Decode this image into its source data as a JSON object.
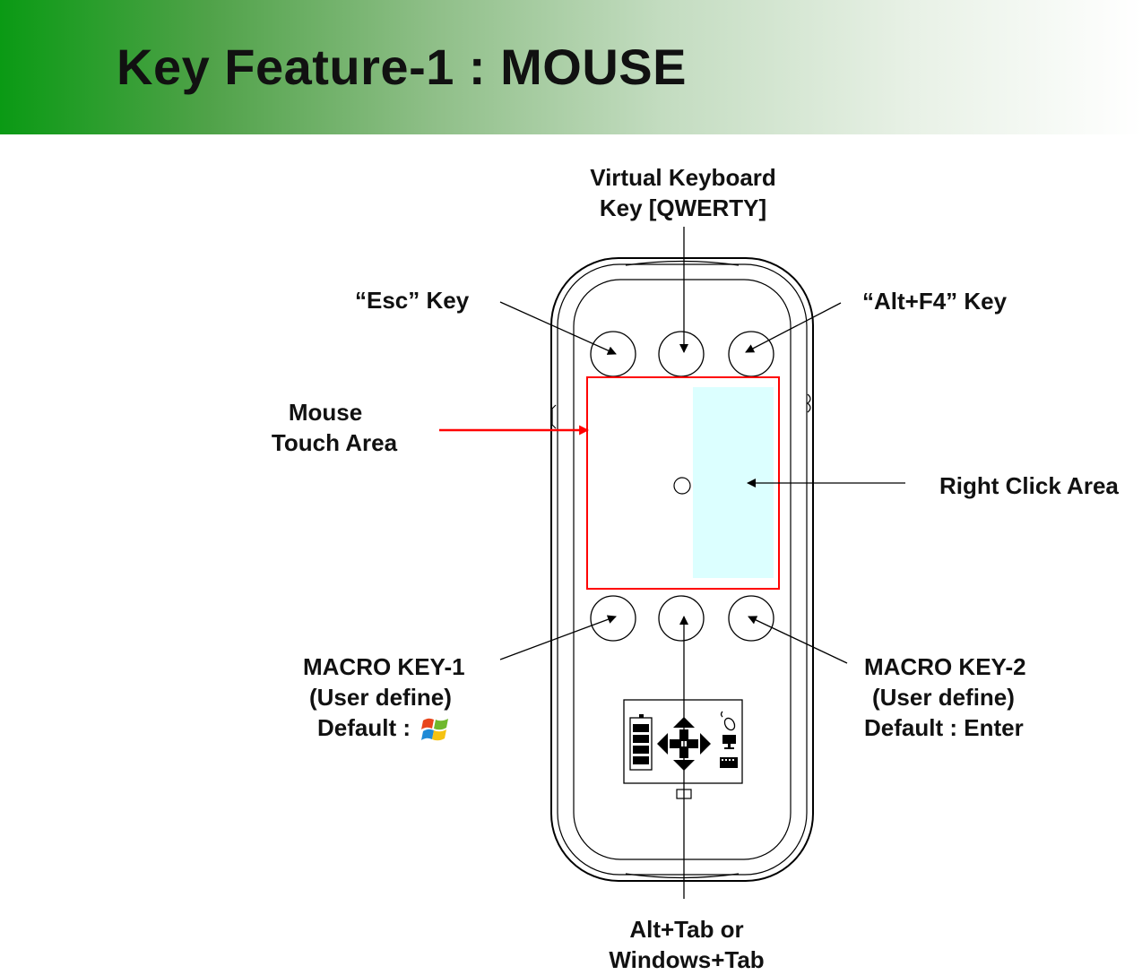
{
  "title": "Key Feature-1 : MOUSE",
  "labels": {
    "virtual_keyboard_line1": "Virtual Keyboard",
    "virtual_keyboard_line2": "Key [QWERTY]",
    "esc_key": "“Esc” Key",
    "alt_f4_key": "“Alt+F4” Key",
    "mouse_line1": "Mouse",
    "mouse_line2": "Touch Area",
    "right_click_area": "Right Click Area",
    "macro1_line1": "MACRO KEY-1",
    "macro1_line2": "(User define)",
    "macro1_line3": "Default :",
    "macro2_line1": "MACRO KEY-2",
    "macro2_line2": "(User define)",
    "macro2_line3": "Default : Enter",
    "alt_tab_line1": "Alt+Tab  or",
    "alt_tab_line2": "Windows+Tab"
  },
  "icons": [
    "windows-logo-icon",
    "battery-icon",
    "direction-pad-icon",
    "mouse-icon",
    "monitor-icon",
    "film-icon"
  ],
  "colors": {
    "header_start": "#0a9a14",
    "touch_area_border": "#ff0000",
    "right_click_area_fill": "#dcffff",
    "pointer_line": "#000000"
  }
}
